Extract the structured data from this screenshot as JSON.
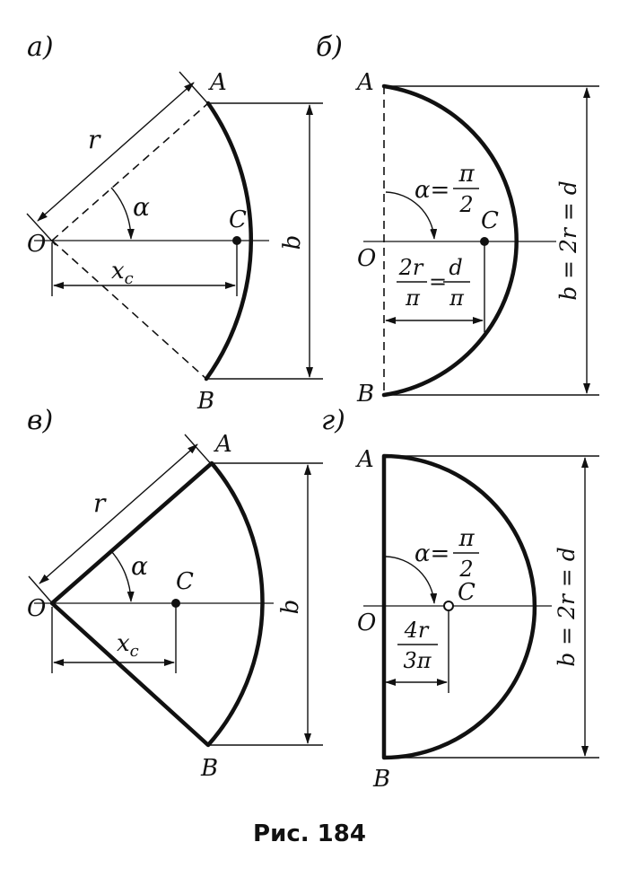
{
  "panels": {
    "a": {
      "tag": "а)",
      "A": "A",
      "B": "B",
      "O": "O",
      "C": "C",
      "r": "r",
      "alpha": "α",
      "xc": "x",
      "xc_sub": "c",
      "b": "b"
    },
    "b": {
      "tag": "б)",
      "A": "A",
      "B": "B",
      "O": "O",
      "C": "C",
      "alpha_lhs": "α=",
      "alpha_num": "π",
      "alpha_den": "2",
      "dist_num1": "2r",
      "dist_den1": "π",
      "eq": "=",
      "dist_num2": "d",
      "dist_den2": "π",
      "dim": "b = 2r = d"
    },
    "v": {
      "tag": "в)",
      "A": "A",
      "B": "B",
      "O": "O",
      "C": "C",
      "r": "r",
      "alpha": "α",
      "xc": "x",
      "xc_sub": "c",
      "b": "b"
    },
    "g": {
      "tag": "г)",
      "A": "A",
      "B": "B",
      "O": "O",
      "C": "C",
      "alpha_lhs": "α=",
      "alpha_num": "π",
      "alpha_den": "2",
      "dist_num": "4r",
      "dist_den": "3π",
      "dim": "b = 2r = d"
    }
  },
  "caption": "Рис. 184"
}
